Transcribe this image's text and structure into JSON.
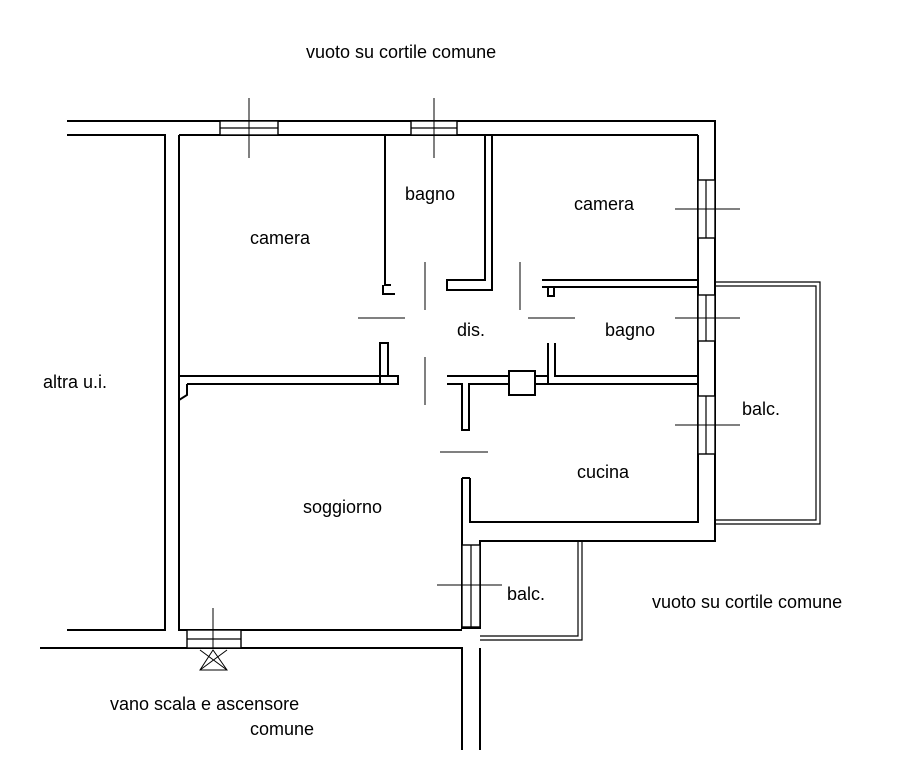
{
  "labels": {
    "top_courtyard": "vuoto su cortile comune",
    "right_courtyard": "vuoto su cortile comune",
    "neighbor_unit": "altra u.i.",
    "stair_line1": "vano scala e ascensore",
    "stair_line2": "comune"
  },
  "rooms": {
    "camera_left": "camera",
    "bagno_top": "bagno",
    "camera_right": "camera",
    "disimpegno": "dis.",
    "bagno_right": "bagno",
    "balcone_right": "balc.",
    "cucina": "cucina",
    "soggiorno": "soggiorno",
    "balcone_bottom": "balc."
  }
}
